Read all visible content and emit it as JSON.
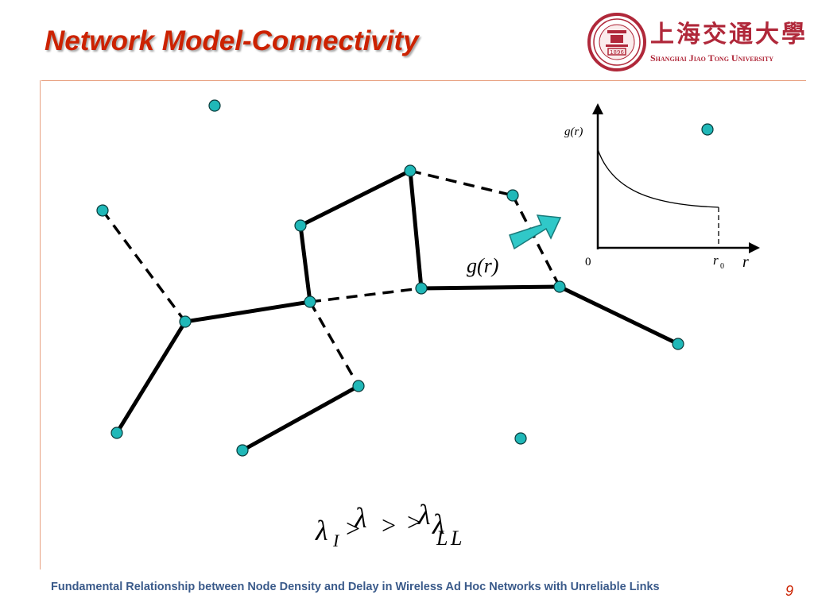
{
  "title": "Network Model-Connectivity",
  "logo": {
    "chinese_name": "上海交通大學",
    "english_name": "Shanghai Jiao Tong University",
    "seal_year": "1896",
    "colors": {
      "primary": "#b0283a"
    }
  },
  "diagram": {
    "edge_label": "g(r)",
    "node_color": "#20b8b8",
    "link_color": "#000000",
    "arrow_color": "#30c8c8",
    "inset_plot": {
      "y_label": "g(r)",
      "x_label": "r",
      "origin_label": "0",
      "cutoff_label": "r",
      "cutoff_subscript": "0"
    },
    "formula": {
      "lambda": "λ",
      "sub_I": "I",
      "sub_L": "L",
      "relation": ">"
    }
  },
  "footer": "Fundamental Relationship between Node Density and Delay in Wireless Ad Hoc Networks with Unreliable Links",
  "page_number": "9"
}
